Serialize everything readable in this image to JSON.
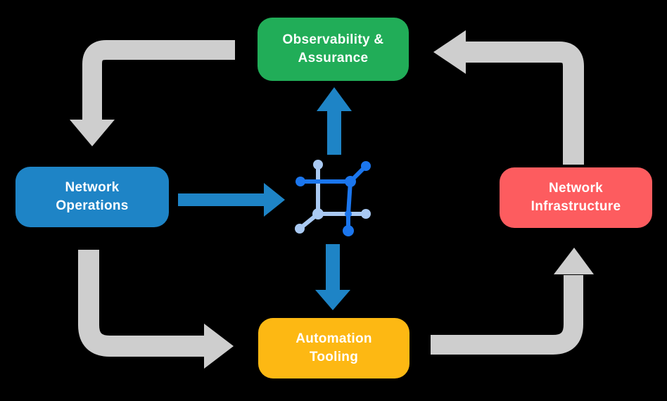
{
  "palette": {
    "background": "#000000",
    "assurance_green": "#21ad58",
    "operations_blue": "#1e84c6",
    "infrastructure_red": "#fd5c5f",
    "automation_yellow": "#fdb813",
    "cycle_arrow_gray": "#cecece",
    "flow_arrow_blue": "#1e84c6",
    "icon_blue": "#1b76ee",
    "icon_light_blue": "#a9c9f2"
  },
  "nodes": [
    {
      "id": "observability-assurance",
      "label": "Observability &\nAssurance",
      "color": "#21ad58",
      "position": "top"
    },
    {
      "id": "network-operations",
      "label": "Network\nOperations",
      "color": "#1e84c6",
      "position": "left"
    },
    {
      "id": "network-infrastructure",
      "label": "Network\nInfrastructure",
      "color": "#fd5c5f",
      "position": "right"
    },
    {
      "id": "automation-tooling",
      "label": "Automation\nTooling",
      "color": "#fdb813",
      "position": "bottom"
    }
  ],
  "center_icon": "network-mesh-icon",
  "flows": [
    {
      "from": "observability-assurance",
      "to": "network-operations",
      "style": "gray-cycle",
      "direction": "down"
    },
    {
      "from": "network-operations",
      "to": "automation-tooling",
      "style": "gray-cycle",
      "direction": "right"
    },
    {
      "from": "automation-tooling",
      "to": "network-infrastructure",
      "style": "gray-cycle",
      "direction": "up"
    },
    {
      "from": "network-infrastructure",
      "to": "observability-assurance",
      "style": "gray-cycle",
      "direction": "left"
    },
    {
      "from": "network-operations",
      "to": "center-icon",
      "style": "blue-flow",
      "direction": "right"
    },
    {
      "from": "center-icon",
      "to": "observability-assurance",
      "style": "blue-flow",
      "direction": "up"
    },
    {
      "from": "center-icon",
      "to": "automation-tooling",
      "style": "blue-flow",
      "direction": "down"
    }
  ]
}
